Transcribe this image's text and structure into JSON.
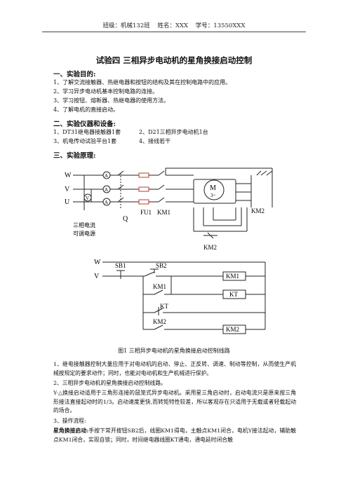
{
  "header": {
    "class": "班级：机械132班",
    "name": "姓名：XXX",
    "student_id": "学号：13550XXX"
  },
  "title": "试验四  三相异步电动机的星角换接启动控制",
  "section1": {
    "heading": "一、实验目的:",
    "items": [
      "1、了解交流接触器、热继电器和按钮的结构及其在控制电路中的应用。",
      "2、学习异步电动机基本控制电路的连接。",
      "3、学习按钮、熔断器、热继电器的使用方法。",
      "4、了解电机的直接启动。"
    ]
  },
  "section2": {
    "heading": "二、实验仪器和设备:",
    "items": [
      "1、DT31继电器接触器1套",
      "2、D21三相异步电动机1台",
      "3、机电传动试验平台1套",
      "4、接线若干"
    ]
  },
  "section3": {
    "heading": "三、实验原理:"
  },
  "diagram": {
    "phase_w": "W",
    "phase_v": "V",
    "phase_u": "U",
    "ammeter": "A",
    "voltmeter": "V",
    "motor": "M",
    "motor_sub": "3~",
    "fu": "FU1",
    "km1": "KM1",
    "km2_top": "KM2",
    "q": "Q",
    "source_line1": "三相电流",
    "source_line2": "可调电源",
    "km2_bottom": "KM2",
    "ctrl_w": "W",
    "ctrl_v": "V",
    "sb1": "SB1",
    "sb2": "SB2",
    "km1_contact": "KM1",
    "kt_contact": "KT",
    "km2_contact": "KM2",
    "coil_km1": "KM1",
    "coil_kt": "KT",
    "coil_km2": "KM2"
  },
  "caption": "图1  三相异步电动机的星角换接启动控制线路",
  "body": {
    "p1": "1、继电接触器控制大量应用于对电动机的启动、停止、正反转、调速、制动等控制，从而使生产机械按规定的要求动作；同时，也能对电动机和生产机械进行保护。",
    "p2": "2、三相异步电动机的星角换接启动控制线路。",
    "p3": "Y-△换接启动适用于三角形连接的鼠笼式异步电动机。采用星三角启动时，启动电流只是原来按三角形接法直接起动时的1/3。启动速度更快,而转矩特性较差，所以客观存在只适用于无载或者轻载起动的场合。",
    "p4": "3、操作流程:",
    "p5_bold": "星角换接启动:",
    "p5": "手按下常开按钮SB2后，线圈KM1得电，主触点KM1闭合，电机Y接法起动，辅助触点KM1闭合，实现自锁；同时，时间继电器线圈KT通电，通电延时闭合触"
  }
}
